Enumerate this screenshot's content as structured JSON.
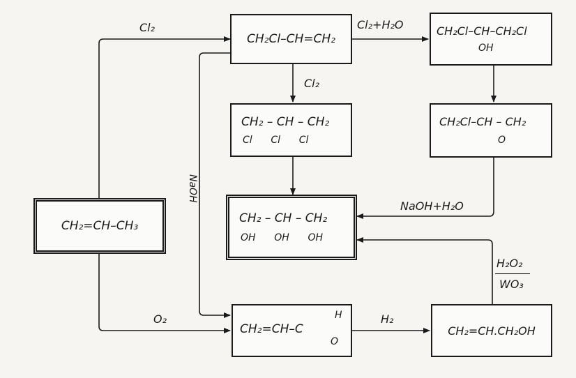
{
  "compounds": {
    "propylene": "CH₂=CH–CH₃",
    "allyl_chloride": "CH₂Cl–CH=CH₂",
    "dichlorohydrin": {
      "line1": "CH₂Cl–CH–CH₂Cl",
      "line2": "OH"
    },
    "trichloropropane": {
      "line1": "CH₂ – CH – CH₂",
      "line2": "Cl      Cl      Cl"
    },
    "epichlorohydrin": {
      "line1": "CH₂Cl–CH – CH₂",
      "line2": "O"
    },
    "glycerol": {
      "line1": "CH₂ – CH – CH₂",
      "line2": "OH      OH      OH"
    },
    "acrolein": {
      "main": "CH₂=CH–C",
      "h": "H",
      "o": "O"
    },
    "allyl_alcohol": "CH₂=CH.CH₂OH"
  },
  "reagents": {
    "cl2_top": "Cl₂",
    "cl2_water": "Cl₂+H₂O",
    "cl2_down": "Cl₂",
    "naoh": "NaOH",
    "naoh_water": "NaOH+H₂O",
    "o2": "O₂",
    "h2": "H₂",
    "h2o2": "H₂O₂",
    "wo3": "WO₃"
  }
}
